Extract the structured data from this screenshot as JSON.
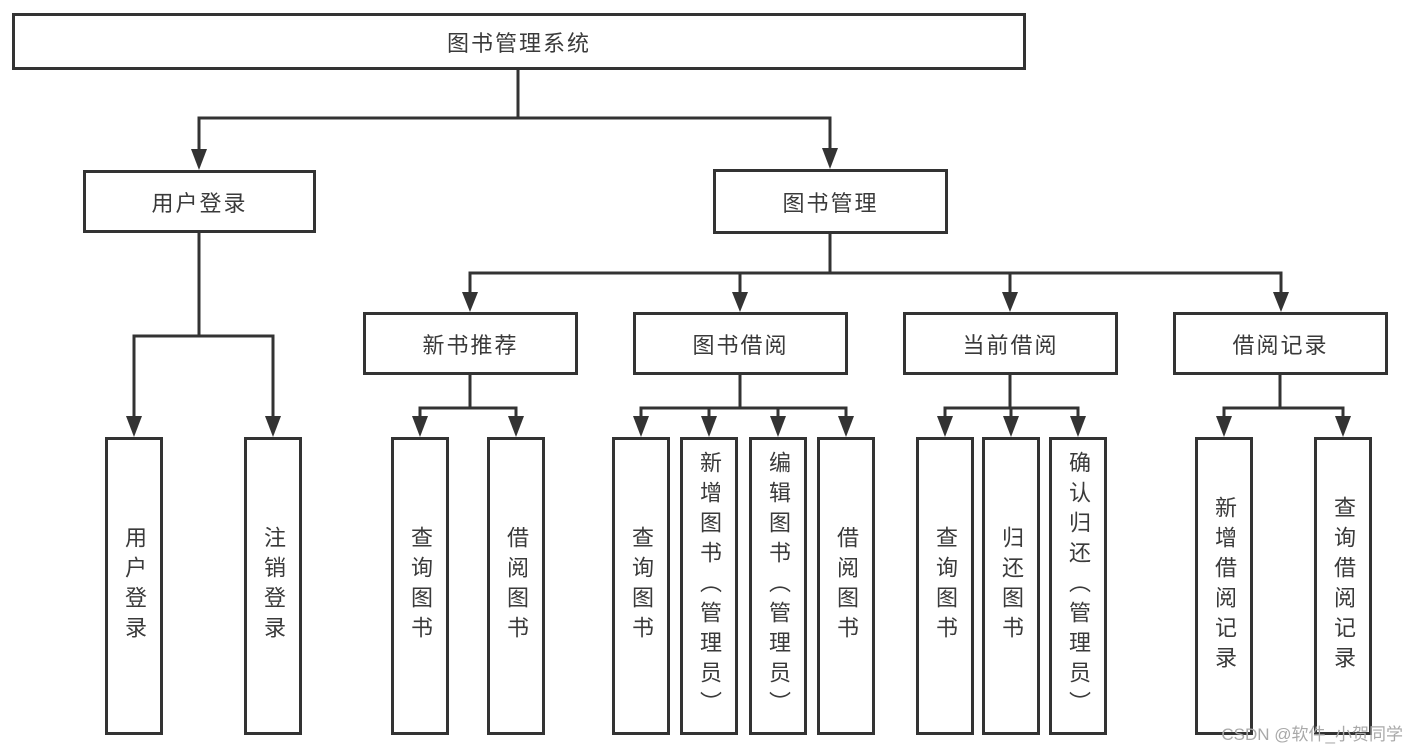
{
  "diagram": {
    "type": "hierarchy-tree",
    "colors": {
      "line": "#333333",
      "box_border": "#333333",
      "box_background": "#ffffff",
      "text": "#3a3a3a",
      "watermark": "#a9a9a9"
    },
    "tree": {
      "root": {
        "label": "图书管理系统"
      },
      "branches": [
        {
          "label": "用户登录",
          "children": [
            "用户登录",
            "注销登录"
          ]
        },
        {
          "label": "图书管理",
          "groups": [
            {
              "label": "新书推荐",
              "children": [
                "查询图书",
                "借阅图书"
              ]
            },
            {
              "label": "图书借阅",
              "children": [
                "查询图书",
                "新增图书（管理员）",
                "编辑图书（管理员）",
                "借阅图书"
              ]
            },
            {
              "label": "当前借阅",
              "children": [
                "查询图书",
                "归还图书",
                "确认归还（管理员）"
              ]
            },
            {
              "label": "借阅记录",
              "children": [
                "新增借阅记录",
                "查询借阅记录"
              ]
            }
          ]
        }
      ]
    },
    "watermark": {
      "text": "CSDN @软件_小贺同学"
    }
  }
}
